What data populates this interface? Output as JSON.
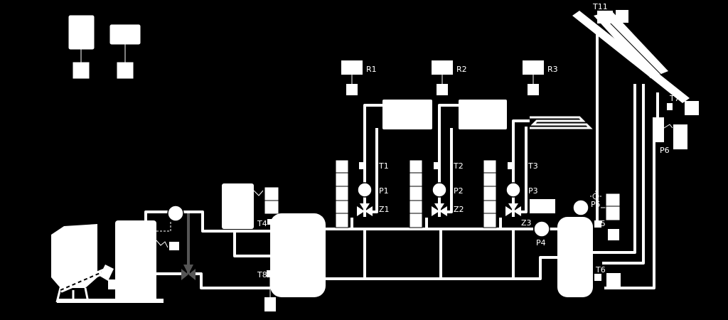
{
  "colors": {
    "background": "#000000",
    "line": "#ffffff",
    "valve_grey": "#555555"
  },
  "labels": {
    "T11": "T11",
    "T7": "T7",
    "P6": "P6",
    "R1": "R1",
    "R2": "R2",
    "R3": "R3",
    "T1": "T1",
    "T2": "T2",
    "T3": "T3",
    "P1": "P1",
    "P2": "P2",
    "P3": "P3",
    "Z1": "Z1",
    "Z2": "Z2",
    "Z3": "Z3",
    "T4": "T4",
    "T8": "T8",
    "P4": "P4",
    "P5": "P5",
    "T5": "T5",
    "T6": "T6"
  },
  "icons": [
    "sun-icon"
  ]
}
